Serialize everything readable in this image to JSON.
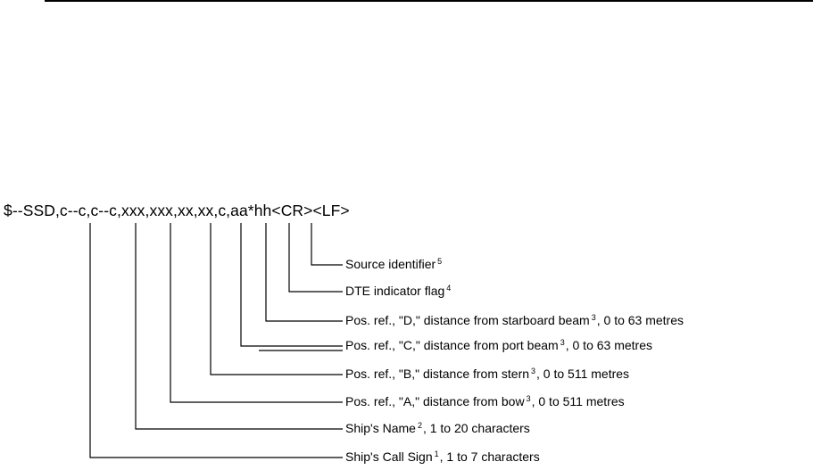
{
  "sentence": "$--SSD,c--c,c--c,xxx,xxx,xx,xx,c,aa*hh<CR><LF>",
  "fields": [
    {
      "text": "Source identifier",
      "sup": "5",
      "rest": ""
    },
    {
      "text": "DTE indicator flag",
      "sup": "4",
      "rest": ""
    },
    {
      "text": "Pos. ref., \"D,\" distance from starboard beam",
      "sup": "3",
      "rest": ", 0 to 63 metres"
    },
    {
      "text": "Pos. ref., \"C,\" distance from port beam",
      "sup": "3",
      "rest": ", 0 to 63 metres"
    },
    {
      "text": "Pos. ref., \"B,\" distance from stern",
      "sup": "3",
      "rest": ", 0 to 511 metres"
    },
    {
      "text": "Pos. ref., \"A,\" distance from bow",
      "sup": "3",
      "rest": ", 0 to 511 metres"
    },
    {
      "text": "Ship's Name",
      "sup": "2",
      "rest": ", 1 to 20 characters"
    },
    {
      "text": "Ship's Call Sign",
      "sup": "1",
      "rest": ", 1 to 7 characters"
    }
  ]
}
